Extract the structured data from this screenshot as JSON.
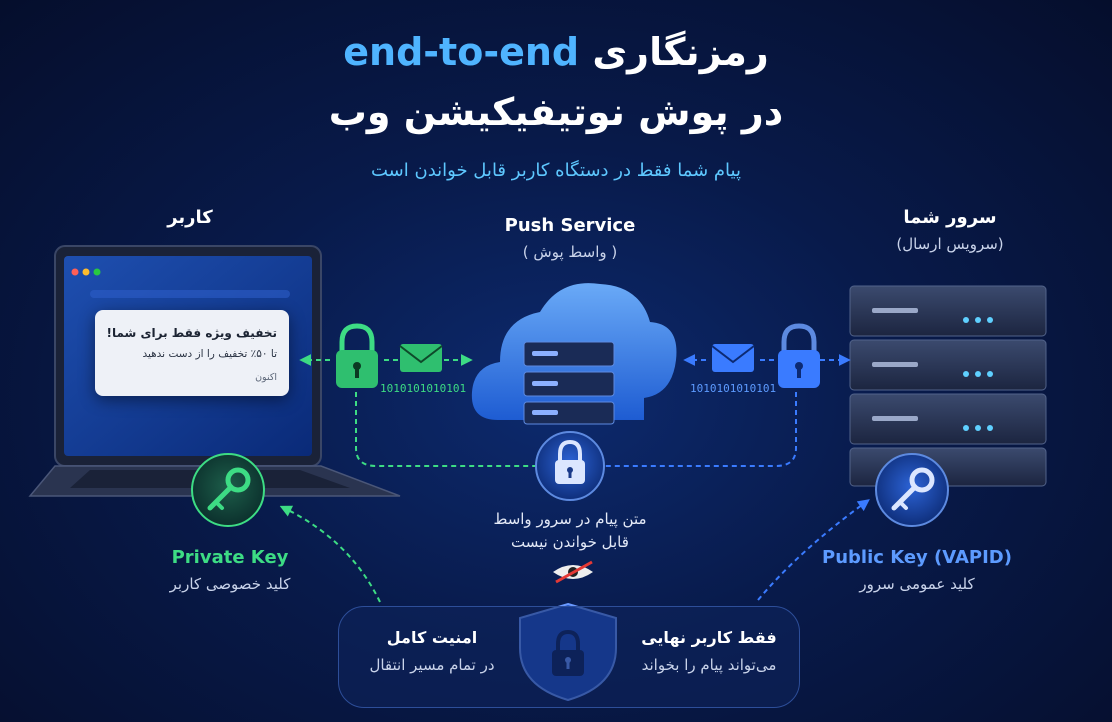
{
  "title": {
    "line1_accent": "end-to-end",
    "line1_text": "رمزنگاری",
    "line2": "در پوش نوتیفیکیشن وب"
  },
  "subtitle": "پیام شما فقط در دستگاه کاربر قابل خواندن است",
  "user": {
    "label": "کاربر",
    "notification": {
      "title": "تخفیف ویژه فقط برای شما!",
      "body": "تا ۵۰٪ تخفیف را از دست ندهید",
      "time": "اکنون"
    },
    "key_title": "Private Key",
    "key_subtitle": "کلید خصوصی کاربر"
  },
  "push_service": {
    "title": "Push Service",
    "subtitle": "( واسط پوش )",
    "note_line1": "متن پیام در سرور واسط",
    "note_line2": "قابل خواندن نیست"
  },
  "server": {
    "label": "سرور شما",
    "sublabel": "(سرویس ارسال)",
    "key_title": "Public Key (VAPID)",
    "key_subtitle": "کلید عمومی سرور"
  },
  "binary_left": "1010101010101",
  "binary_right": "1010101010101",
  "bottom": {
    "left_title": "امنیت کامل",
    "left_sub": "در تمام مسیر انتقال",
    "right_title": "فقط کاربر نهایی",
    "right_sub": "می‌تواند پیام را بخواند"
  },
  "colors": {
    "accent_blue": "#4fb4ff",
    "green": "#3ddc84",
    "blue_line": "#3a7bff"
  }
}
